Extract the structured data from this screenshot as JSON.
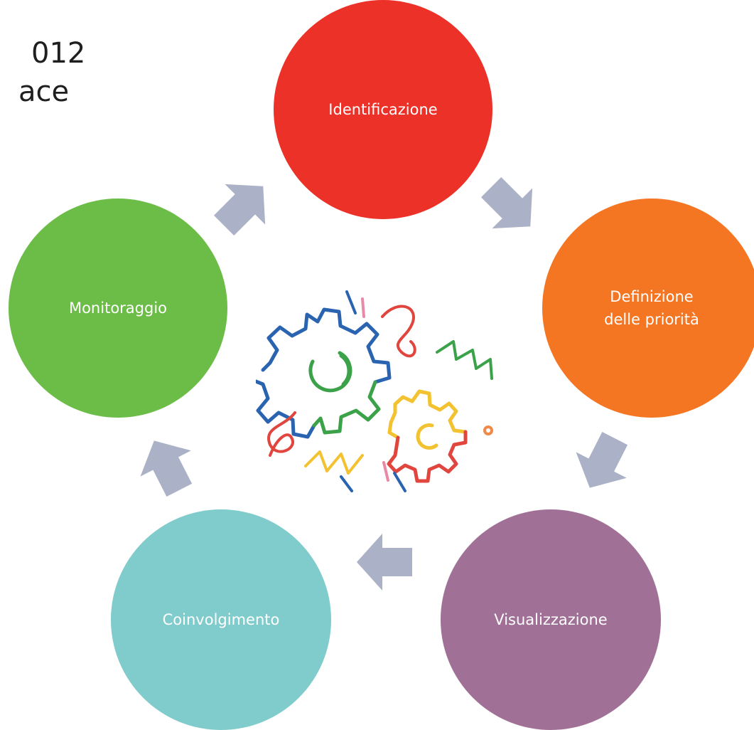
{
  "title": {
    "line1": "012",
    "line2": "ace"
  },
  "nodes": [
    {
      "label": "Identificazione",
      "color": "#eb3128"
    },
    {
      "label": "Definizione\ndelle priorità",
      "color": "#f47623"
    },
    {
      "label": "Visualizzazione",
      "color": "#a07096"
    },
    {
      "label": "Coinvolgimento",
      "color": "#80cbcb"
    },
    {
      "label": "Monitoraggio",
      "color": "#6cbd47"
    }
  ],
  "colors": {
    "arrow": "#abb1c6",
    "illustration_blue": "#2a64b0",
    "illustration_green": "#3ca24a",
    "illustration_yellow": "#f2c230",
    "illustration_red": "#e0463e",
    "illustration_pink": "#e88aa6"
  },
  "illustration": {
    "icon": "gears-illustration"
  }
}
